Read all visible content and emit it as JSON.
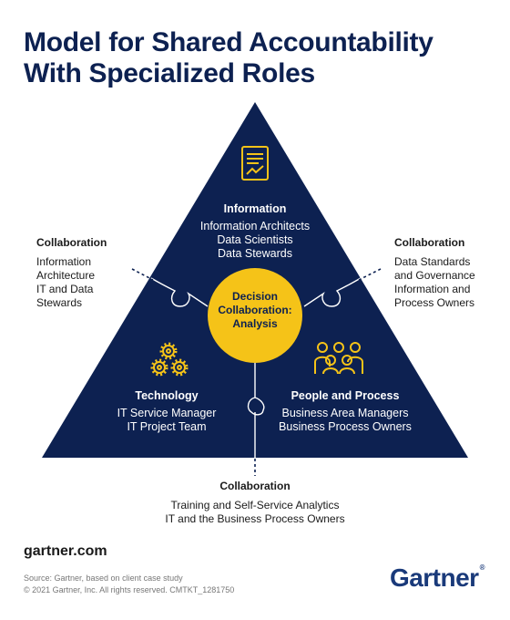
{
  "title": {
    "line1": "Model for Shared Accountability",
    "line2": "With Specialized Roles"
  },
  "colors": {
    "navy": "#0d2151",
    "gold": "#f5c318",
    "text": "#1a1a1a",
    "logo": "#1a3a7a"
  },
  "center": {
    "line1": "Decision",
    "line2": "Collaboration:",
    "line3": "Analysis"
  },
  "information": {
    "icon": "document-chart-icon",
    "heading": "Information",
    "roles": [
      "Information Architects",
      "Data Scientists",
      "Data Stewards"
    ]
  },
  "technology": {
    "icon": "gears-icon",
    "heading": "Technology",
    "roles": [
      "IT Service Manager",
      "IT Project Team"
    ]
  },
  "people": {
    "icon": "people-icon",
    "heading": "People and Process",
    "roles": [
      "Business Area Managers",
      "Business Process Owners"
    ]
  },
  "collab_left": {
    "heading": "Collaboration",
    "lines": [
      "Information",
      "Architecture",
      "IT and Data",
      "Stewards"
    ]
  },
  "collab_right": {
    "heading": "Collaboration",
    "lines": [
      "Data Standards",
      "and Governance",
      "Information and",
      "Process Owners"
    ]
  },
  "collab_bottom": {
    "heading": "Collaboration",
    "lines": [
      "Training and Self-Service Analytics",
      "IT and the Business Process Owners"
    ]
  },
  "footer": {
    "url": "gartner.com",
    "source": "Source: Gartner, based on client case study",
    "copyright": "© 2021 Gartner, Inc. All rights reserved. CMTKT_1281750",
    "logo": "Gartner",
    "logo_mark": "®"
  }
}
